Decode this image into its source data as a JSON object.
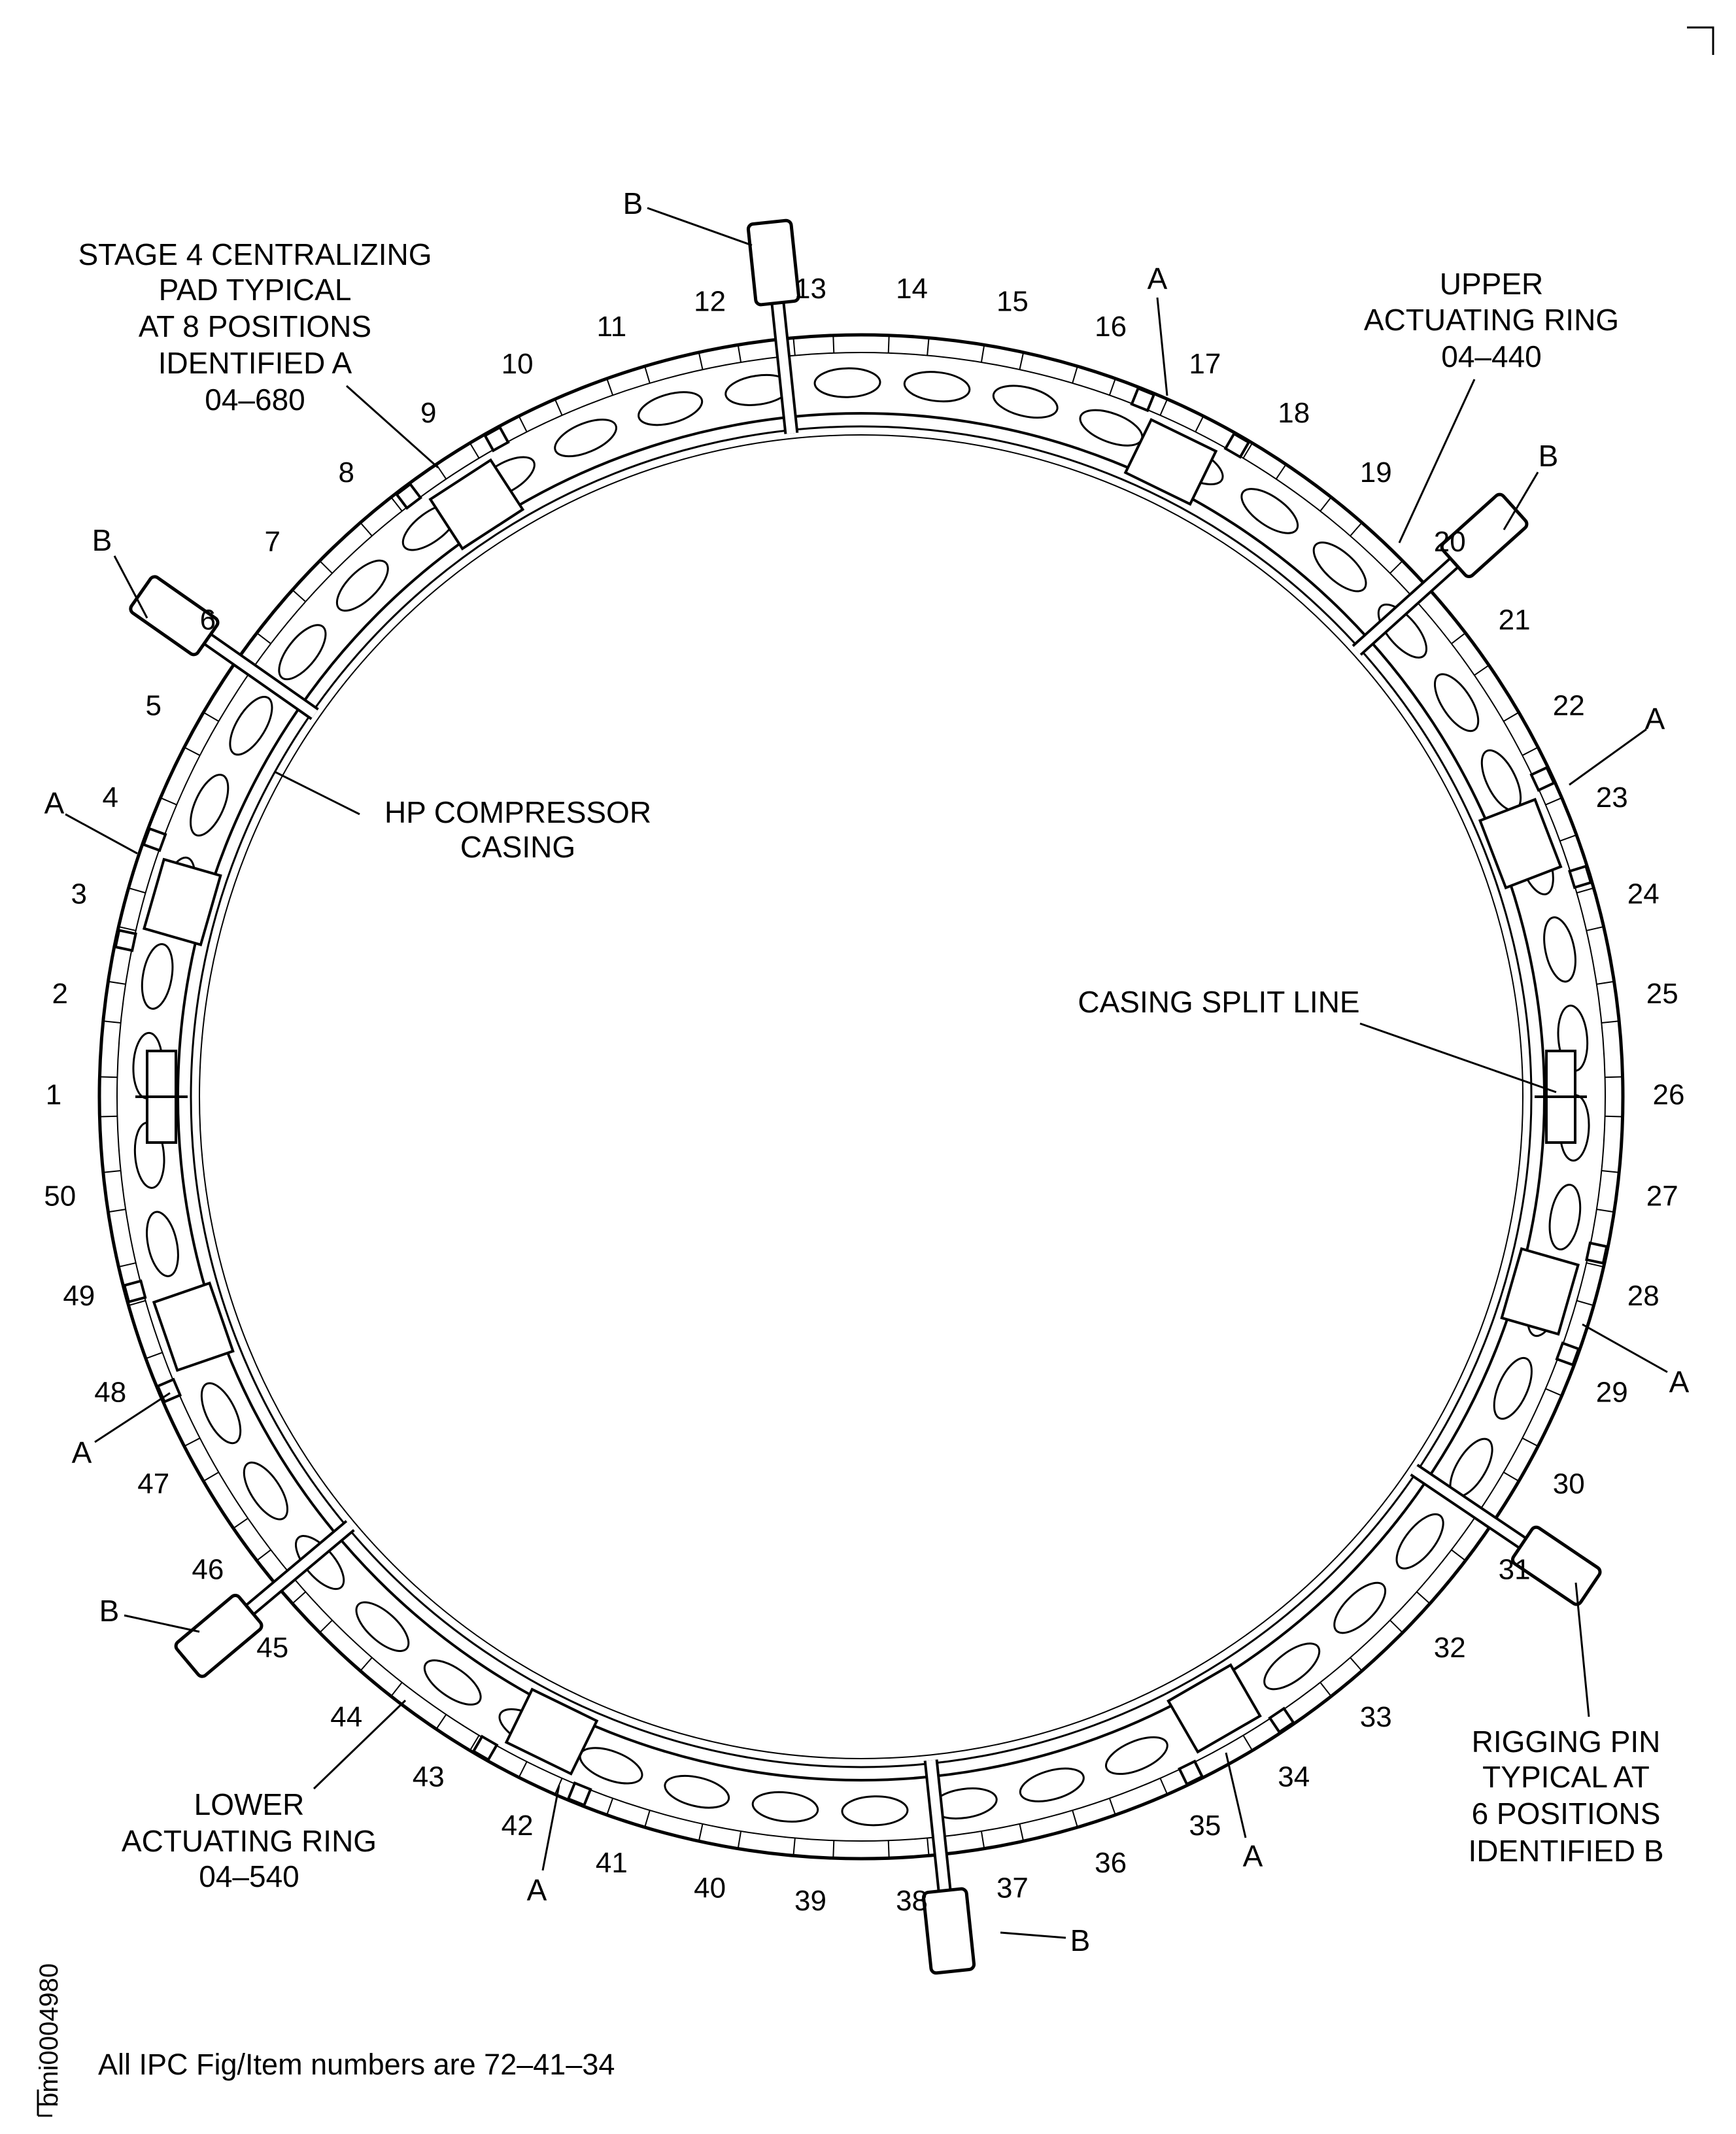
{
  "callouts": {
    "stage4_pad": [
      "STAGE 4 CENTRALIZING",
      "PAD TYPICAL",
      "AT 8 POSITIONS",
      "IDENTIFIED A",
      "04–680"
    ],
    "upper_ring": [
      "UPPER",
      "ACTUATING RING",
      "04–440"
    ],
    "hp_casing": [
      "HP COMPRESSOR",
      "CASING"
    ],
    "split_line": "CASING SPLIT LINE",
    "lower_ring": [
      "LOWER",
      "ACTUATING RING",
      "04–540"
    ],
    "rigging_pin": [
      "RIGGING PIN",
      "TYPICAL AT",
      "6 POSITIONS",
      "IDENTIFIED B"
    ],
    "marker_a": "A",
    "marker_b": "B"
  },
  "positions": [
    "1",
    "2",
    "3",
    "4",
    "5",
    "6",
    "7",
    "8",
    "9",
    "10",
    "11",
    "12",
    "13",
    "14",
    "15",
    "16",
    "17",
    "18",
    "19",
    "20",
    "21",
    "22",
    "23",
    "24",
    "25",
    "26",
    "27",
    "28",
    "29",
    "30",
    "31",
    "32",
    "33",
    "34",
    "35",
    "36",
    "37",
    "38",
    "39",
    "40",
    "41",
    "42",
    "43",
    "44",
    "45",
    "46",
    "47",
    "48",
    "49",
    "50"
  ],
  "footer": "All IPC Fig/Item numbers are 72–41–34",
  "drawing_id": "bmi0004980"
}
